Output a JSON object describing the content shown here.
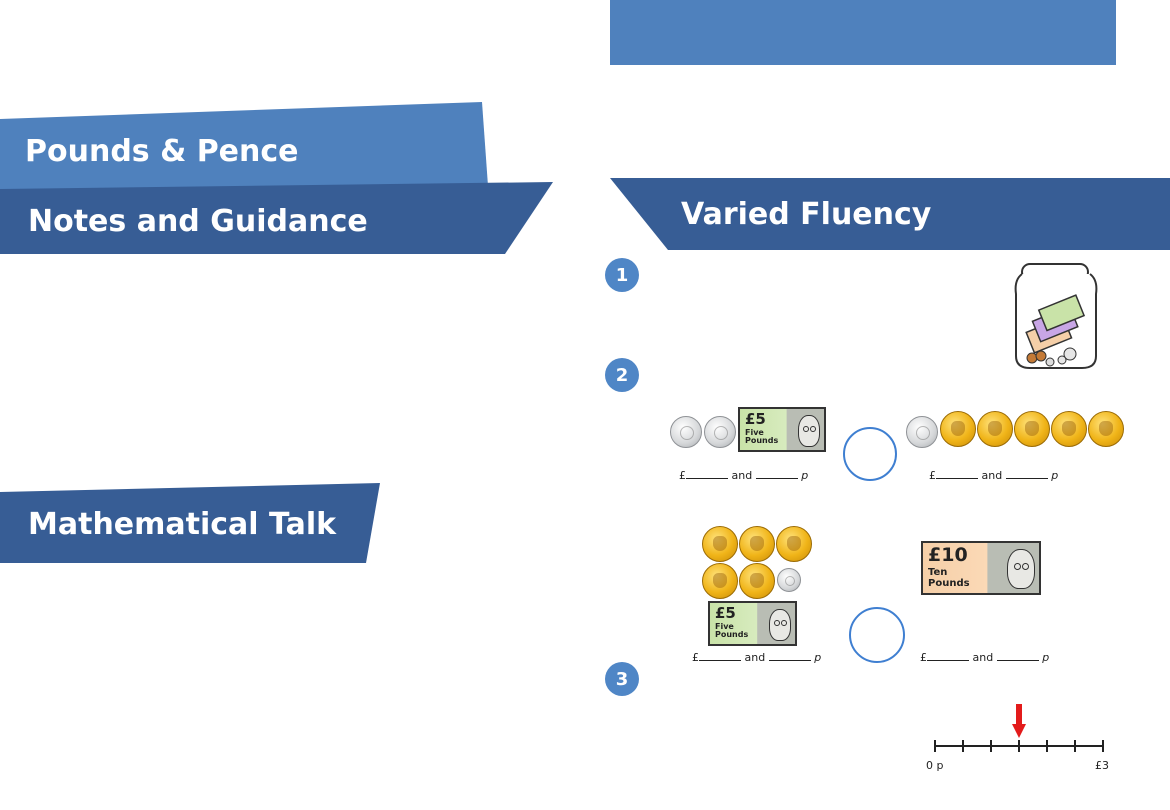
{
  "headings": {
    "title": "Pounds & Pence",
    "notes": "Notes and Guidance",
    "varied": "Varied Fluency",
    "maths_talk": "Mathematical Talk"
  },
  "questions": [
    {
      "number": "1"
    },
    {
      "number": "2"
    },
    {
      "number": "3"
    }
  ],
  "notes": {
    "five": {
      "amount": "£5",
      "words": "Five\nPounds"
    },
    "ten": {
      "amount": "£10",
      "words": "Ten\nPounds"
    }
  },
  "answer_line": {
    "pound": "£",
    "and": "and",
    "pence": "p"
  },
  "number_line": {
    "start": "0 p",
    "end": "£3",
    "arrow_position": 0.5,
    "divisions": 6
  },
  "colors": {
    "banner_light": "#4f81bd",
    "banner_dark": "#375d95",
    "circle": "#4f86c6",
    "arrow": "#e31b1b"
  }
}
